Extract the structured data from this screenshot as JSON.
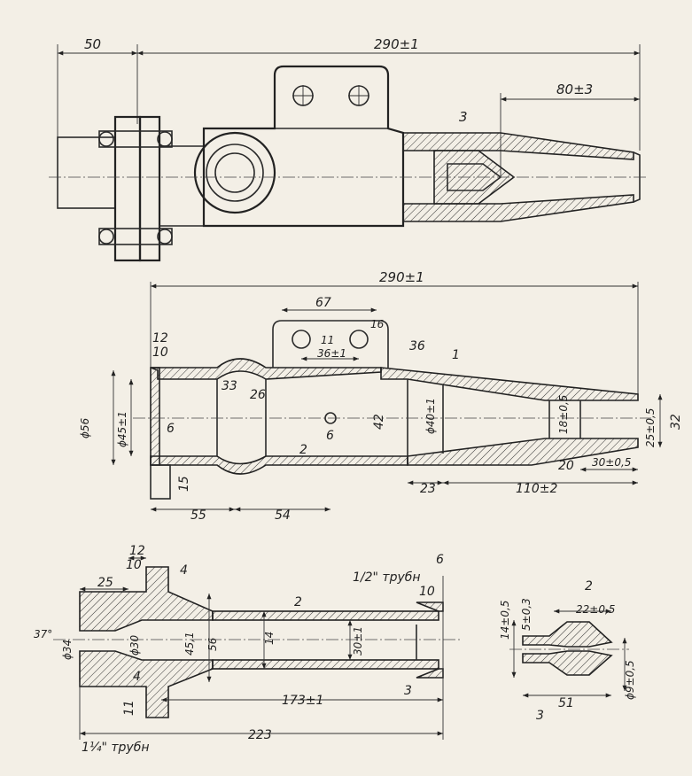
{
  "view_top": {
    "dim_left": "50",
    "dim_total": "290±1",
    "dim_cone": "80±3",
    "part_label": "3"
  },
  "view_middle": {
    "dim_total": "290±1",
    "dim_67": "67",
    "dim_12": "12",
    "dim_10": "10",
    "dim_11": "11",
    "dim_36_1": "36±1",
    "dim_16": "16",
    "dim_36": "36",
    "part_1": "1",
    "dim_56": "ϕ56",
    "dim_45": "ϕ45±1",
    "dim_6a": "6",
    "dim_33": "33",
    "dim_26": "26",
    "dim_6b": "6",
    "dim_42": "42",
    "part_2": "2",
    "dim_40": "ϕ40±1",
    "dim_18": "18±0,5",
    "dim_25": "25±0,5",
    "dim_32": "32",
    "dim_15": "15",
    "dim_20": "20",
    "dim_30": "30±0,5",
    "dim_23": "23",
    "dim_110": "110±2",
    "dim_55": "55",
    "dim_54": "54"
  },
  "view_bottom": {
    "dim_12": "12",
    "dim_10a": "10",
    "dim_4a": "4",
    "dim_25": "25",
    "dim_pipe_half": "1/2\" трубн",
    "dim_6": "6",
    "dim_10b": "10",
    "part_2": "2",
    "dim_37": "37°",
    "dim_34": "ϕ34",
    "dim_30a": "ϕ30",
    "dim_45": "45,1",
    "dim_56": "56",
    "dim_14": "14",
    "dim_30b": "30±1",
    "dim_4b": "4",
    "part_3": "3",
    "dim_11": "11",
    "dim_173": "173±1",
    "dim_pipe_quarter": "1¼\" трубн",
    "dim_223": "223"
  },
  "view_detail": {
    "dim_2": "2",
    "dim_14": "14±0,5",
    "dim_5": "5±0,3",
    "dim_22": "22±0,5",
    "dim_9": "ϕ9±0,5",
    "dim_51": "51",
    "part_3": "3"
  }
}
